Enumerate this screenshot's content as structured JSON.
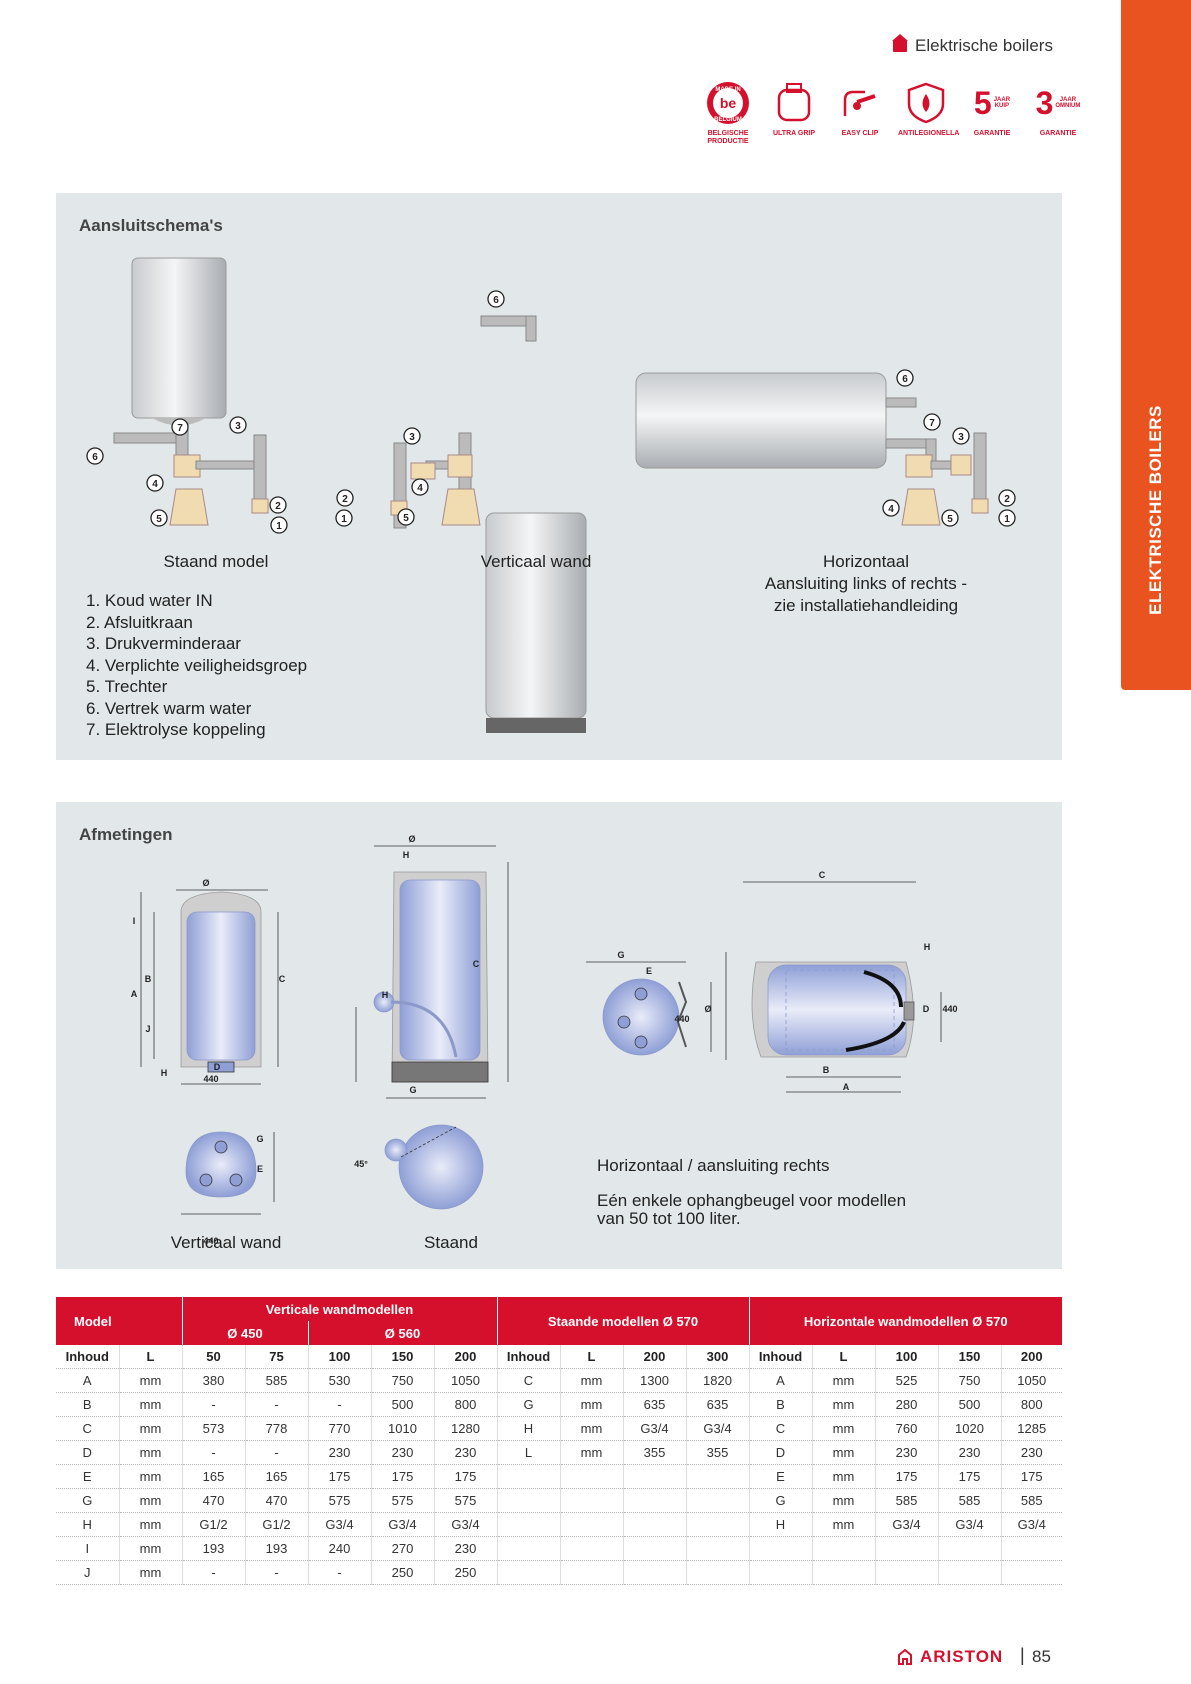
{
  "header": {
    "category": "Elektrische boilers"
  },
  "badges": [
    {
      "icon": "made-in-belgium-icon",
      "label": "BELGISCHE PRODUCTIE",
      "text_top": "MADE IN",
      "text_mid": "be",
      "text_bot": "BELGIUM"
    },
    {
      "icon": "ultra-grip-icon",
      "label": "ULTRA GRIP"
    },
    {
      "icon": "easy-clip-icon",
      "label": "EASY CLIP"
    },
    {
      "icon": "antilegionella-icon",
      "label": "ANTILEGIONELLA"
    },
    {
      "icon": "five-year-tank-icon",
      "label": "GARANTIE",
      "number": "5",
      "unit": "JAAR",
      "sub": "KUIP"
    },
    {
      "icon": "three-year-omnium-icon",
      "label": "GARANTIE",
      "number": "3",
      "unit": "JAAR",
      "sub": "OMNIUM"
    }
  ],
  "side_tab": "ELEKTRISCHE BOILERS",
  "connections": {
    "title": "Aansluitschema's",
    "captions": {
      "staand": "Staand model",
      "verticaal": "Verticaal wand",
      "horizontaal_1": "Horizontaal",
      "horizontaal_2": "Aansluiting links of rechts -",
      "horizontaal_3": "zie installatiehandleiding"
    },
    "legend": [
      "1.  Koud water IN",
      "2. Afsluitkraan",
      "3. Drukverminderaar",
      "4. Verplichte veiligheidsgroep",
      "5. Trechter",
      "6. Vertrek warm water",
      "7.  Elektrolyse koppeling"
    ],
    "callouts": [
      "1",
      "2",
      "3",
      "4",
      "5",
      "6",
      "7"
    ]
  },
  "dimensions": {
    "title": "Afmetingen",
    "captions": {
      "verticaal": "Verticaal wand",
      "staand": "Staand",
      "horizontaal": "Horizontaal / aansluiting rechts",
      "note_1": "Eén enkele ophangbeugel voor modellen",
      "note_2": "van 50 tot 100 liter."
    },
    "labels": {
      "dia": "Ø",
      "a": "A",
      "b": "B",
      "c": "C",
      "d": "D",
      "e": "E",
      "g": "G",
      "h": "H",
      "i": "I",
      "j": "J",
      "n440": "440",
      "deg": "45°"
    }
  },
  "table": {
    "model_label": "Model",
    "group_vertical": "Verticale wandmodellen",
    "sub_450": "Ø 450",
    "sub_560": "Ø 560",
    "group_standing": "Staande modellen Ø 570",
    "group_horizontal": "Horizontale wandmodellen Ø 570",
    "col_headers": [
      "Inhoud",
      "L",
      "50",
      "75",
      "100",
      "150",
      "200",
      "Inhoud",
      "L",
      "200",
      "300",
      "Inhoud",
      "L",
      "100",
      "150",
      "200"
    ],
    "rows": [
      [
        "A",
        "mm",
        "380",
        "585",
        "530",
        "750",
        "1050",
        "C",
        "mm",
        "1300",
        "1820",
        "A",
        "mm",
        "525",
        "750",
        "1050"
      ],
      [
        "B",
        "mm",
        "-",
        "-",
        "-",
        "500",
        "800",
        "G",
        "mm",
        "635",
        "635",
        "B",
        "mm",
        "280",
        "500",
        "800"
      ],
      [
        "C",
        "mm",
        "573",
        "778",
        "770",
        "1010",
        "1280",
        "H",
        "mm",
        "G3/4",
        "G3/4",
        "C",
        "mm",
        "760",
        "1020",
        "1285"
      ],
      [
        "D",
        "mm",
        "-",
        "-",
        "230",
        "230",
        "230",
        "L",
        "mm",
        "355",
        "355",
        "D",
        "mm",
        "230",
        "230",
        "230"
      ],
      [
        "E",
        "mm",
        "165",
        "165",
        "175",
        "175",
        "175",
        "",
        "",
        "",
        "",
        "E",
        "mm",
        "175",
        "175",
        "175"
      ],
      [
        "G",
        "mm",
        "470",
        "470",
        "575",
        "575",
        "575",
        "",
        "",
        "",
        "",
        "G",
        "mm",
        "585",
        "585",
        "585"
      ],
      [
        "H",
        "mm",
        "G1/2",
        "G1/2",
        "G3/4",
        "G3/4",
        "G3/4",
        "",
        "",
        "",
        "",
        "H",
        "mm",
        "G3/4",
        "G3/4",
        "G3/4"
      ],
      [
        "I",
        "mm",
        "193",
        "193",
        "240",
        "270",
        "230",
        "",
        "",
        "",
        "",
        "",
        "",
        "",
        "",
        ""
      ],
      [
        "J",
        "mm",
        "-",
        "-",
        "-",
        "250",
        "250",
        "",
        "",
        "",
        "",
        "",
        "",
        "",
        "",
        ""
      ]
    ]
  },
  "footer": {
    "brand": "ARISTON",
    "separator": "|",
    "page": "85"
  },
  "colors": {
    "brand_red": "#d4102d",
    "tab_orange": "#e8531f",
    "panel_bg": "#e2e8ea"
  }
}
